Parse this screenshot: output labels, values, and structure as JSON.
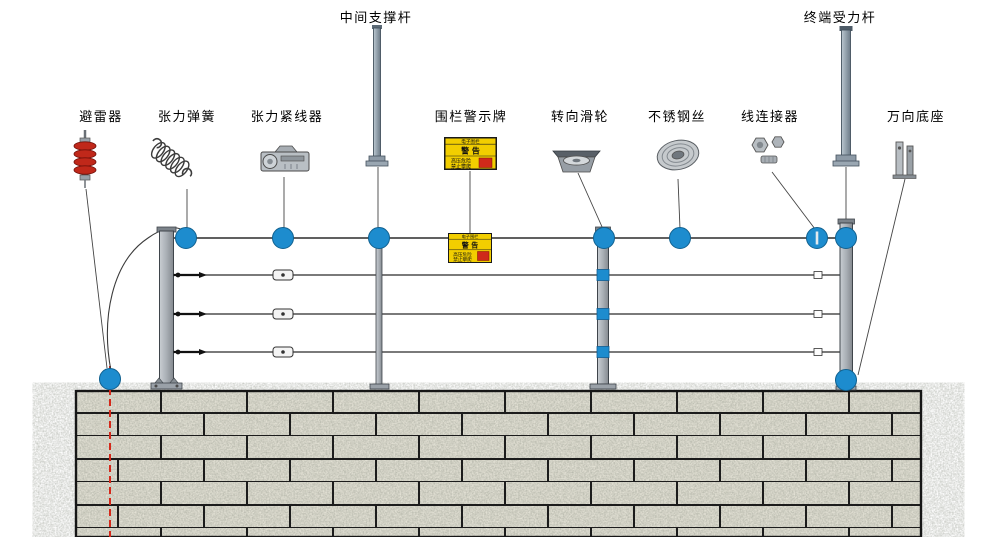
{
  "diagram": {
    "type": "electric-fence-installation-diagram",
    "top_labels": {
      "middle_pole": "中间支撑杆",
      "terminal_pole": "终端受力杆"
    },
    "part_labels": {
      "arrester": "避雷器",
      "spring": "张力弹簧",
      "tensioner": "张力紧线器",
      "sign": "围栏警示牌",
      "pulley": "转向滑轮",
      "wire": "不锈钢丝",
      "connector": "线连接器",
      "base": "万向底座"
    },
    "warning_sign": {
      "header": "电子围栏",
      "title": "警 告",
      "line1": "高压危险",
      "line2": "禁止攀爬"
    },
    "icons": [
      "lightning-arrester",
      "tension-spring",
      "wire-tensioner",
      "middle-support-pole",
      "fence-warning-sign",
      "corner-pulley",
      "stainless-wire-spool",
      "wire-connector",
      "terminal-stress-pole",
      "universal-base",
      "insulator-disc",
      "ground-electrode"
    ],
    "colors": {
      "insulator_blue": "#1d8cce",
      "sign_yellow": "#f2ce00",
      "arrester_red": "#c0281a",
      "ground_red": "#d4281a",
      "pole_gray": "#a9afb5",
      "wall_mortar": "#1c1c1c",
      "wall_base": "#e3e1d5"
    }
  }
}
